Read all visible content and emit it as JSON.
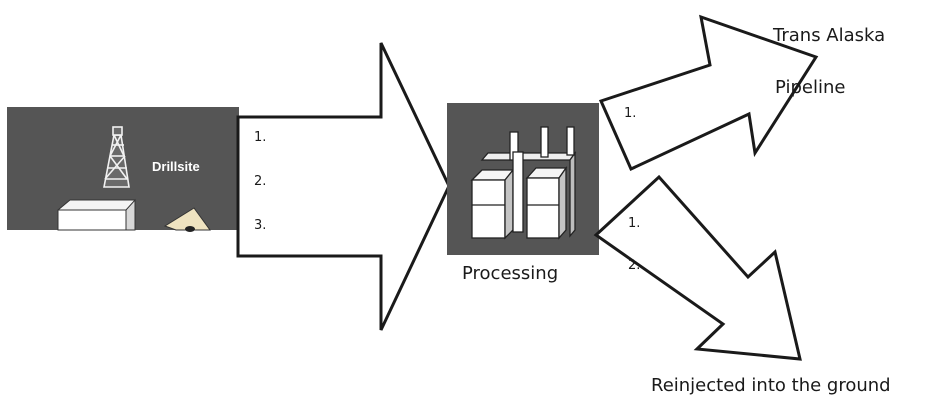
{
  "drillsite": {
    "label": "Drillsite",
    "bg_color": "#555555"
  },
  "processing": {
    "label": "Processing",
    "bg_color": "#555555"
  },
  "main_arrow": {
    "items": [
      "1.",
      "2.",
      "3."
    ]
  },
  "pipeline_arrow": {
    "items": [
      "1."
    ]
  },
  "reinject_arrow": {
    "items": [
      "1.",
      "2."
    ]
  },
  "destinations": {
    "pipeline_line1": "Trans Alaska",
    "pipeline_line2": "Pipeline",
    "reinject": "Reinjected into the ground"
  }
}
